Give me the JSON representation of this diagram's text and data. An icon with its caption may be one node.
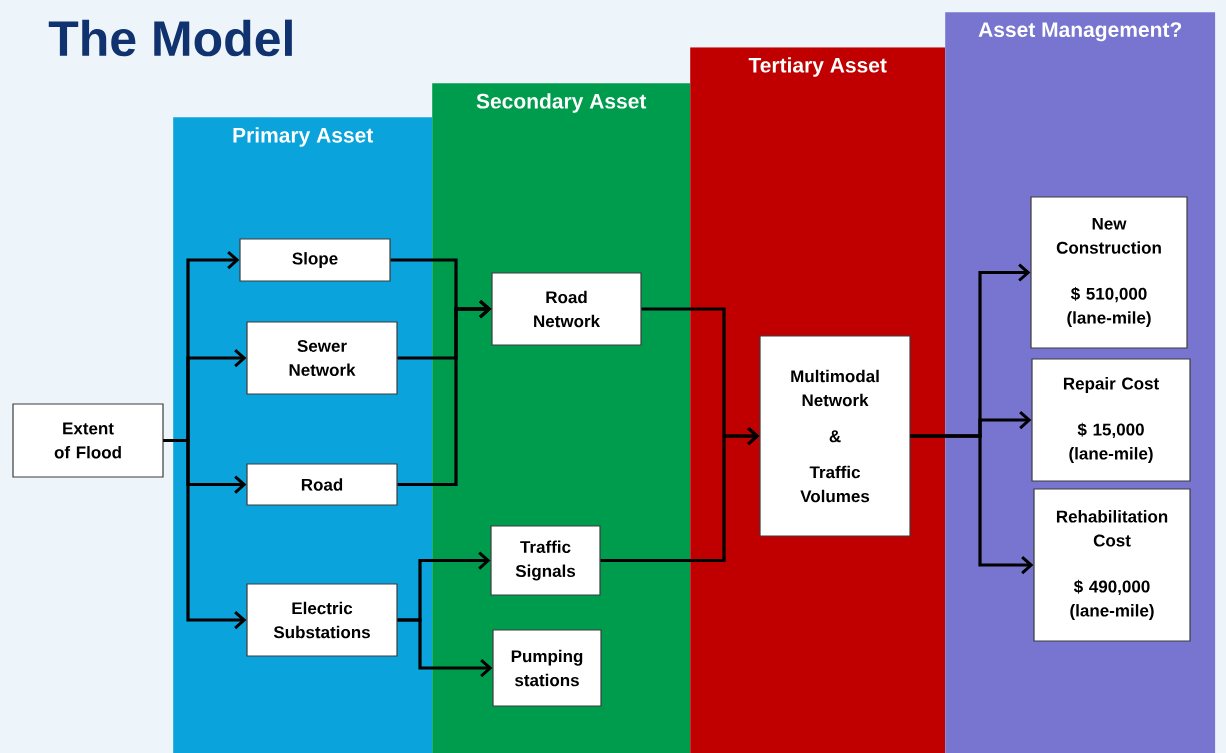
{
  "diagram": {
    "title": "The Model",
    "nodes": [
      {
        "text": [
          "Extent of Flood"
        ]
      },
      {
        "text": [
          "Primary Asset"
        ]
      },
      {
        "text": [
          "Slope"
        ],
        "in": 1
      },
      {
        "text": [
          "Sewer Network"
        ],
        "in": 1
      },
      {
        "text": [
          "Road"
        ],
        "in": 1
      },
      {
        "text": [
          "Electric Substations"
        ],
        "in": 1
      },
      {
        "text": [
          "Secondary Asset"
        ]
      },
      {
        "text": [
          "Road Network"
        ],
        "in": 6
      },
      {
        "text": [
          "Traffic Signals"
        ],
        "in": 6
      },
      {
        "text": [
          "Pumping stations"
        ],
        "in": 6
      },
      {
        "text": [
          "Tertiary Asset"
        ]
      },
      {
        "text": [
          "Multimodal Network",
          "&",
          "Traffic Volumes"
        ],
        "in": 10
      },
      {
        "text": [
          "Asset Management?"
        ]
      },
      {
        "text": [
          "New Construction",
          "$ 510,000 (lane-mile)"
        ],
        "in": 12
      },
      {
        "text": [
          "Repair Cost",
          "$ 15,000 (lane-mile)"
        ],
        "in": 12
      },
      {
        "text": [
          "Rehabilitation Cost",
          "$ 490,000 (lane-mile)"
        ],
        "in": 12
      }
    ],
    "edges": [
      {
        "from": 0,
        "to": 2,
        "arrow": "to"
      },
      {
        "from": 0,
        "to": 3,
        "arrow": "to"
      },
      {
        "from": 0,
        "to": 4,
        "arrow": "to"
      },
      {
        "from": 0,
        "to": 5,
        "arrow": "to"
      },
      {
        "from": 2,
        "to": 7,
        "arrow": "to"
      },
      {
        "from": 3,
        "to": 7,
        "arrow": "to"
      },
      {
        "from": 4,
        "to": 7,
        "arrow": "to"
      },
      {
        "from": 5,
        "to": 8,
        "arrow": "to"
      },
      {
        "from": 5,
        "to": 9,
        "arrow": "to"
      },
      {
        "from": 7,
        "to": 11,
        "arrow": "to"
      },
      {
        "from": 8,
        "to": 11,
        "arrow": "to"
      },
      {
        "from": 11,
        "to": 13,
        "arrow": "to"
      },
      {
        "from": 11,
        "to": 14,
        "arrow": "to"
      },
      {
        "from": 11,
        "to": 15,
        "arrow": "to"
      }
    ]
  }
}
